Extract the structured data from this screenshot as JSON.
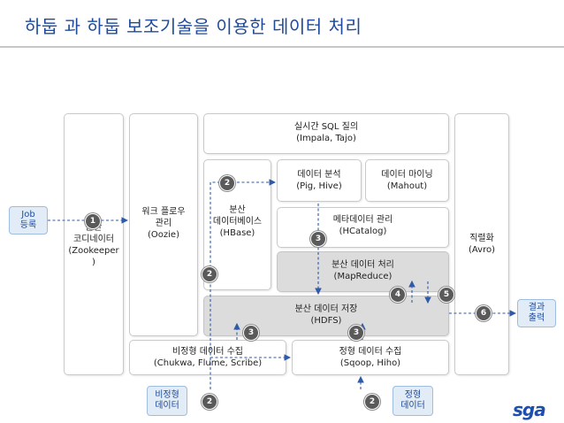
{
  "title": "하둡 과 하둡 보조기술을 이용한 데이터 처리",
  "boxes": {
    "realtime_sql": {
      "line1": "실시간 SQL 질의",
      "line2": "(Impala, Tajo)"
    },
    "data_analysis": {
      "line1": "데이터 분석",
      "line2": "(Pig, Hive)"
    },
    "data_mining": {
      "line1": "데이터 마이닝",
      "line2": "(Mahout)"
    },
    "workflow": {
      "line1": "워크 플로우",
      "line2": "관리",
      "line3": "(Oozie)"
    },
    "distributed_db": {
      "line1": "분산",
      "line2": "데이터베이스",
      "line3": "(HBase)"
    },
    "metadata": {
      "line1": "메타데이터 관리",
      "line2": "(HCatalog)"
    },
    "serialization": {
      "line1": "직렬화",
      "line2": "(Avro)"
    },
    "coordinator": {
      "line1": "분산",
      "line2": "코디네이터",
      "line3": "(Zookeeper",
      "line4": ")"
    },
    "distributed_processing": {
      "line1": "분산 데이터 처리",
      "line2": "(MapReduce)"
    },
    "hdfs": {
      "line1": "분산 데이터 저장",
      "line2": "(HDFS)"
    },
    "unstructured_collect": {
      "line1": "비정형 데이터 수집",
      "line2": "(Chukwa, Flume, Scribe)"
    },
    "structured_collect": {
      "line1": "정형 데이터 수집",
      "line2": "(Sqoop, Hiho)"
    }
  },
  "side_labels": {
    "job": {
      "line1": "Job",
      "line2": "등록"
    },
    "result": {
      "line1": "결과",
      "line2": "출력"
    },
    "unstructured": {
      "line1": "비정형",
      "line2": "데이터"
    },
    "structured": {
      "line1": "정형",
      "line2": "데이터"
    }
  },
  "badges": {
    "b1": "1",
    "b2_hbase": "2",
    "b2_left": "2",
    "b2_unstructured": "2",
    "b2_structured": "2",
    "b3_hcatalog": "3",
    "b3_left": "3",
    "b3_right": "3",
    "b4": "4",
    "b5": "5",
    "b6": "6"
  },
  "logo": "sga",
  "colors": {
    "arrow": "#2e5aa8",
    "title": "#1f4a9c",
    "badge": "#5a5a5a",
    "gray_box": "#dcdcdc",
    "side_label_fill": "#e1ecf7"
  }
}
